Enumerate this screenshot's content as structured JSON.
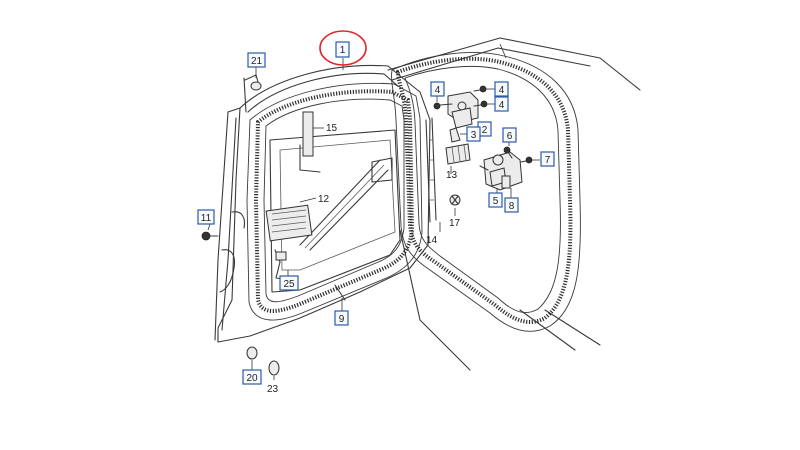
{
  "diagram": {
    "callouts": [
      {
        "id": "c1",
        "text": "1",
        "boxed": true
      },
      {
        "id": "c2",
        "text": "2",
        "boxed": true
      },
      {
        "id": "c3",
        "text": "3",
        "boxed": true
      },
      {
        "id": "c4a",
        "text": "4",
        "boxed": true
      },
      {
        "id": "c4b",
        "text": "4",
        "boxed": true
      },
      {
        "id": "c4c",
        "text": "4",
        "boxed": true
      },
      {
        "id": "c5",
        "text": "5",
        "boxed": true
      },
      {
        "id": "c6",
        "text": "6",
        "boxed": true
      },
      {
        "id": "c7",
        "text": "7",
        "boxed": true
      },
      {
        "id": "c8",
        "text": "8",
        "boxed": true
      },
      {
        "id": "c9",
        "text": "9",
        "boxed": true
      },
      {
        "id": "c11",
        "text": "11",
        "boxed": true
      },
      {
        "id": "c12",
        "text": "12",
        "boxed": false
      },
      {
        "id": "c13",
        "text": "13",
        "boxed": false
      },
      {
        "id": "c14",
        "text": "14",
        "boxed": false
      },
      {
        "id": "c15",
        "text": "15",
        "boxed": false
      },
      {
        "id": "c17",
        "text": "17",
        "boxed": false
      },
      {
        "id": "c20",
        "text": "20",
        "boxed": true
      },
      {
        "id": "c21",
        "text": "21",
        "boxed": true
      },
      {
        "id": "c23",
        "text": "23",
        "boxed": false
      },
      {
        "id": "c25",
        "text": "25",
        "boxed": true
      }
    ],
    "highlighted_callout": "1",
    "colors": {
      "line": "#3a3a3a",
      "callout_box": "#2d5aa8",
      "highlight": "#e0262a",
      "background": "#ffffff"
    }
  }
}
